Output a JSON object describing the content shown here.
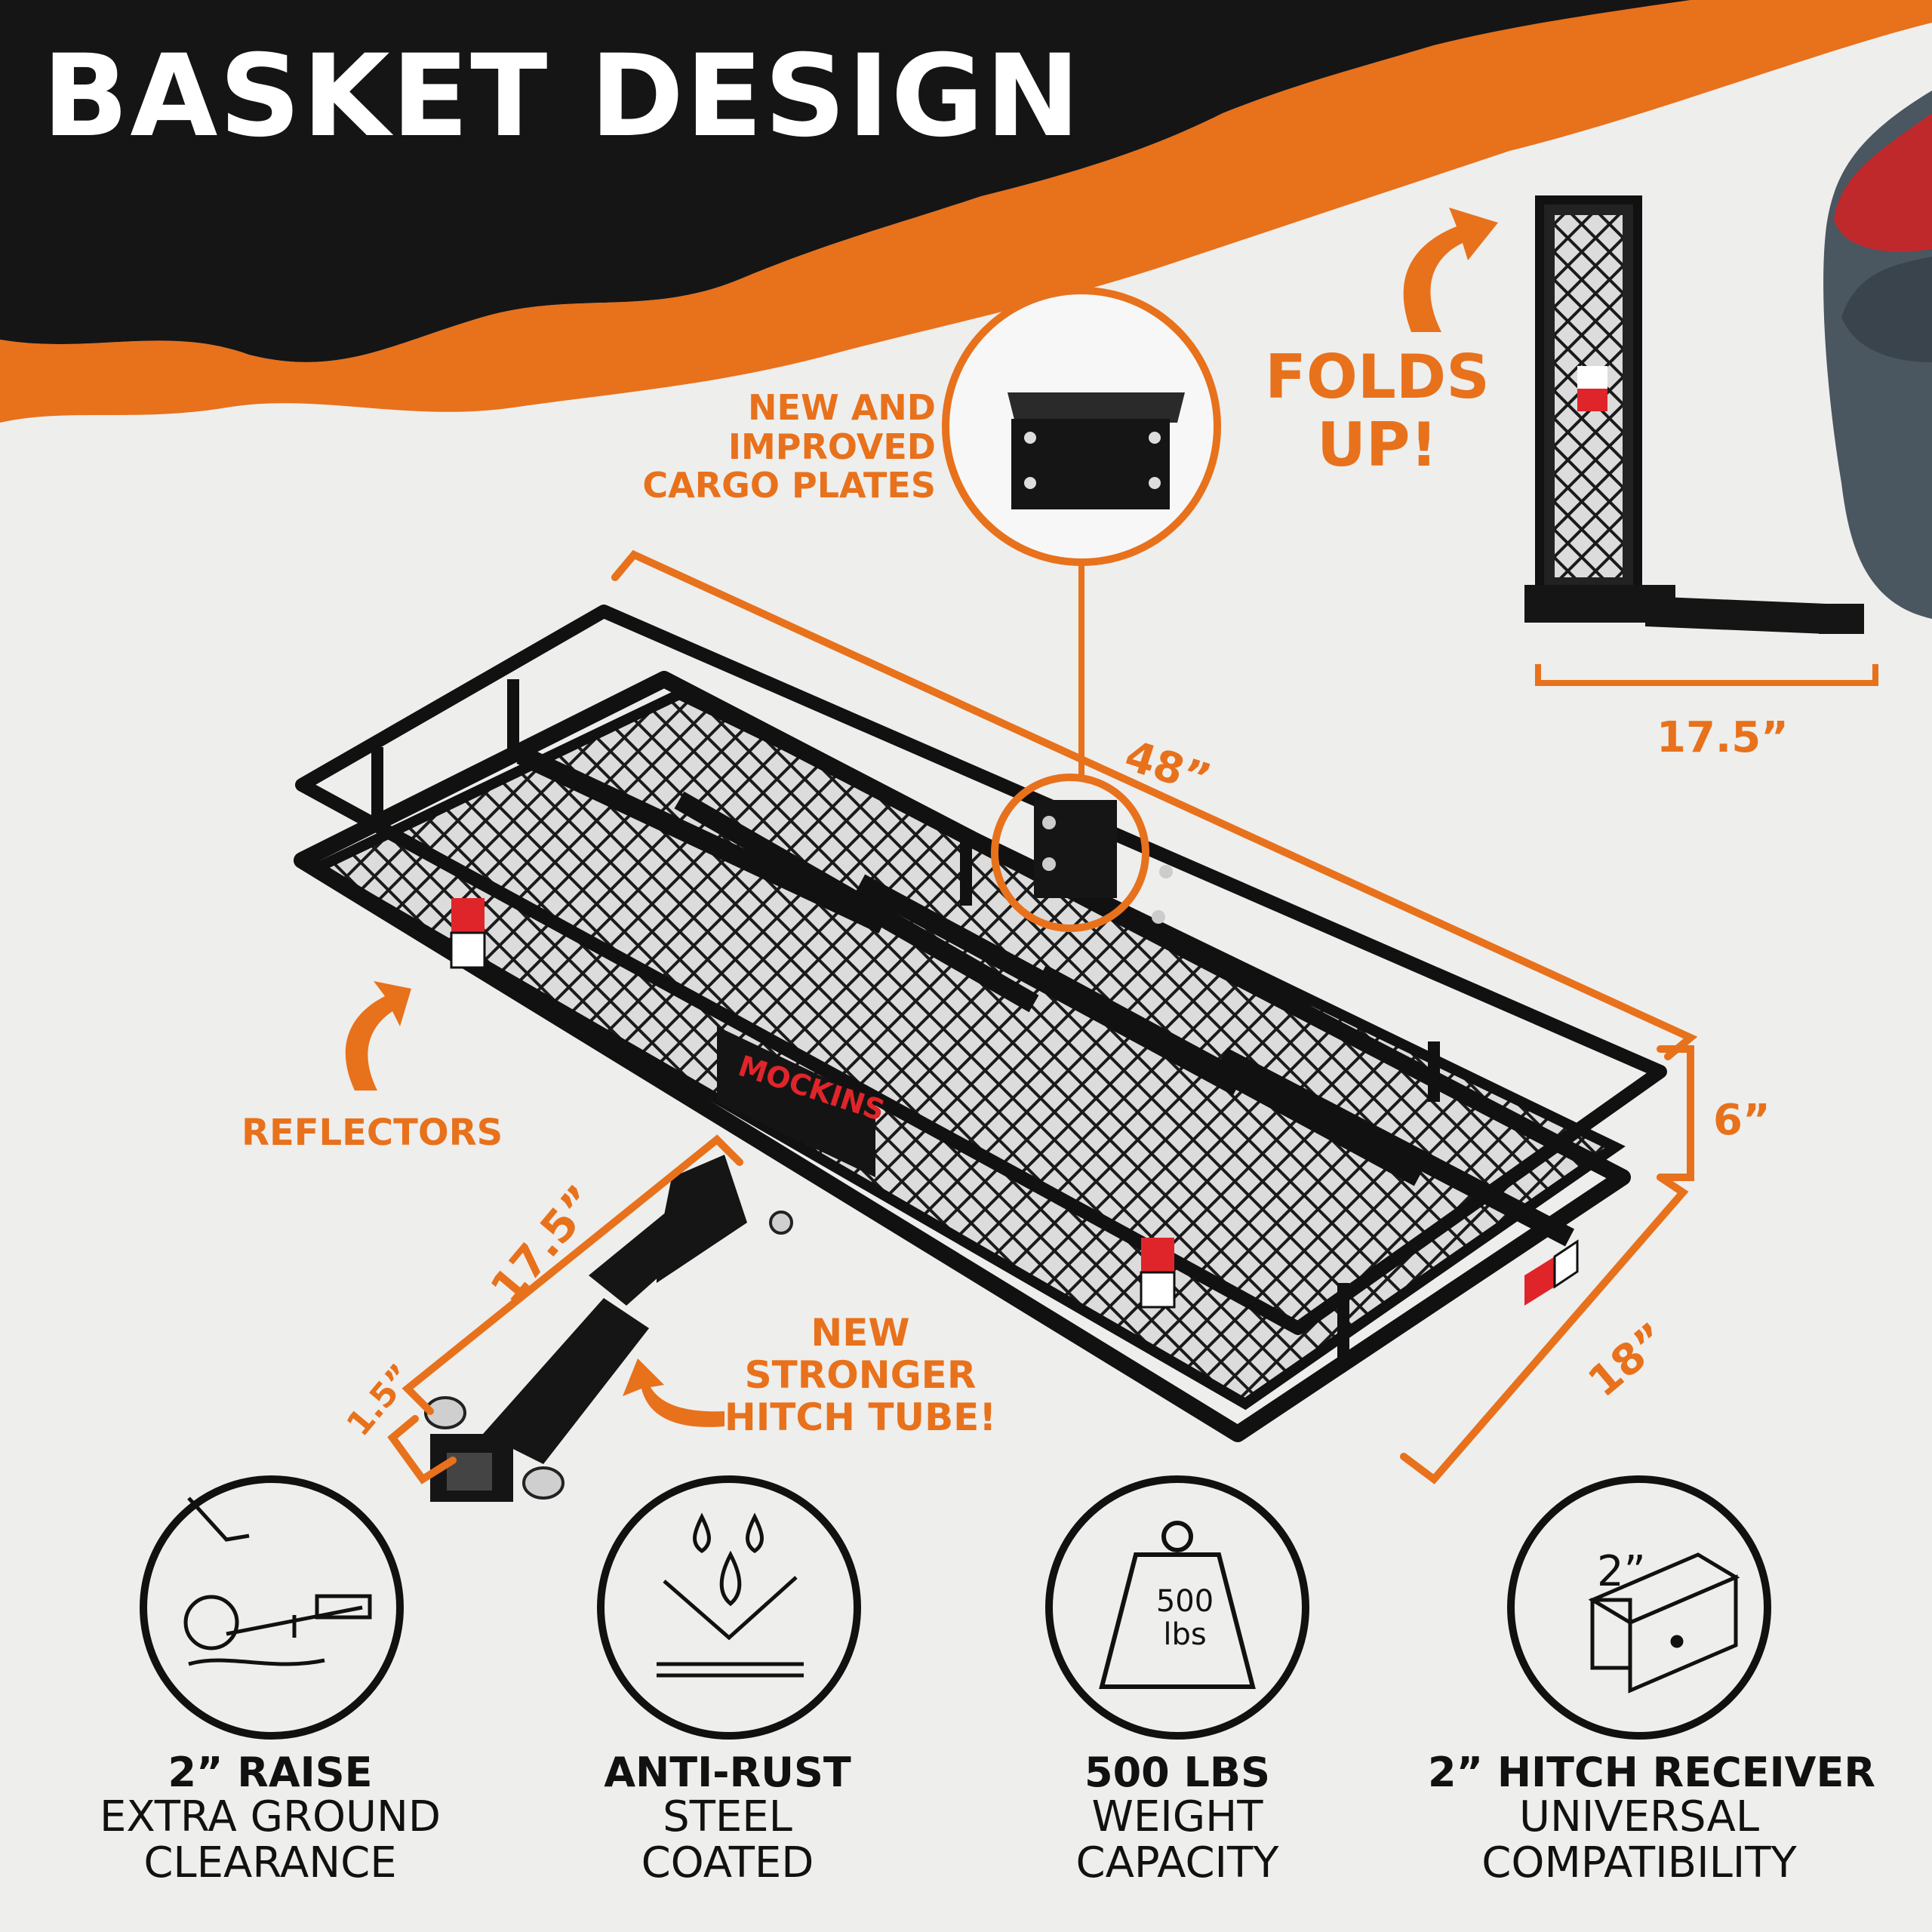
{
  "headline": "BASKET DESIGN",
  "callouts": {
    "cargo_plates": [
      "NEW AND",
      "IMPROVED",
      "CARGO PLATES"
    ],
    "folds_up": [
      "FOLDS",
      "UP!"
    ],
    "reflectors": "REFLECTORS",
    "hitch_tube": [
      "NEW",
      "STRONGER",
      "HITCH TUBE!"
    ]
  },
  "dimensions": {
    "length": "48”",
    "height": "6”",
    "width": "18”",
    "tube_length": "17.5”",
    "tube_rise": "1.5”",
    "folded_depth": "17.5”"
  },
  "brand": "MOCKINS",
  "icons": {
    "weight_line1": "500",
    "weight_line2": "lbs",
    "receiver_size": "2”"
  },
  "features": [
    {
      "title": "2” RAISE",
      "line1": "EXTRA GROUND",
      "line2": "CLEARANCE",
      "icon": "car-raise-icon"
    },
    {
      "title": "ANTI-RUST",
      "line1": "STEEL",
      "line2": "COATED",
      "icon": "water-drops-icon"
    },
    {
      "title": "500 LBS",
      "line1": "WEIGHT",
      "line2": "CAPACITY",
      "icon": "weight-icon"
    },
    {
      "title": "2” HITCH RECEIVER",
      "line1": "UNIVERSAL",
      "line2": "COMPATIBILITY",
      "icon": "hitch-receiver-icon"
    }
  ],
  "colors": {
    "accent": "#e8711c",
    "banner": "#151515",
    "reflector_red": "#e0252a",
    "background": "#eeeeec"
  }
}
